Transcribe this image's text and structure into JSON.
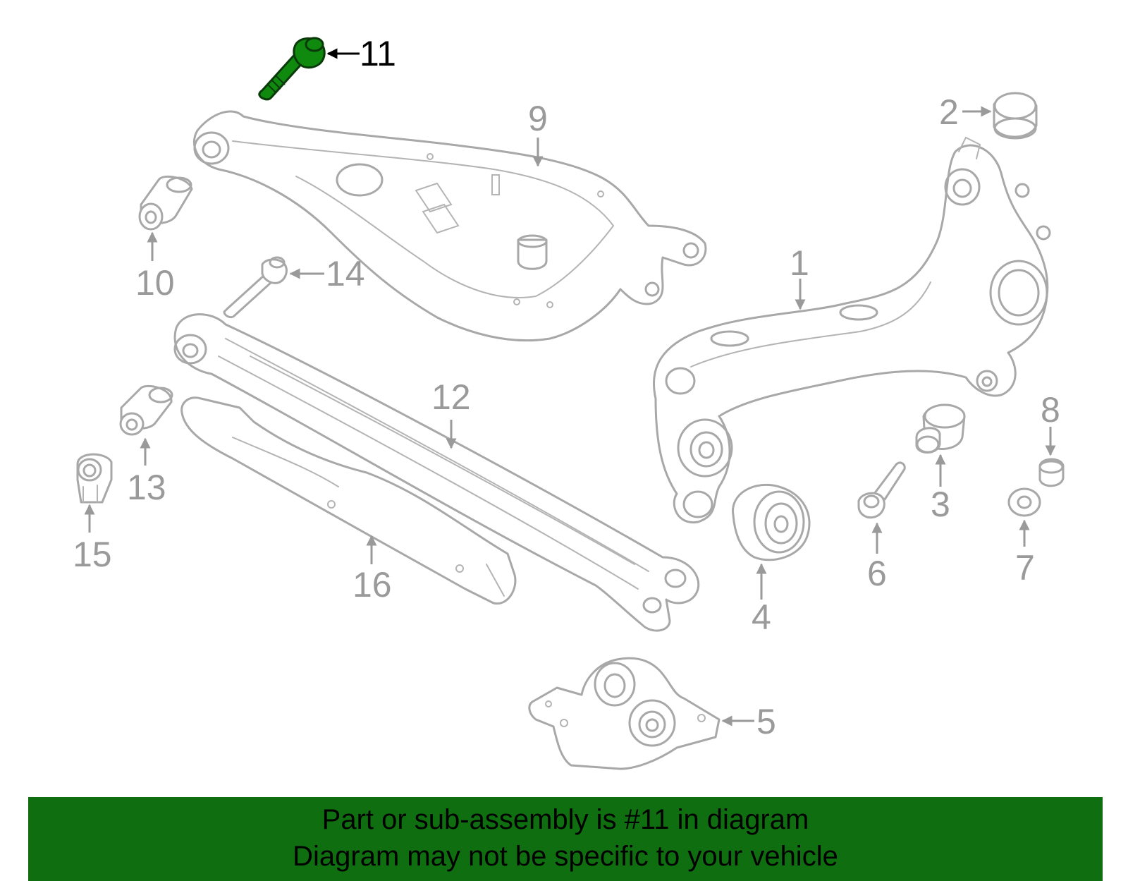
{
  "diagram": {
    "highlighted_part": "11",
    "callouts": {
      "c1": "1",
      "c2": "2",
      "c3": "3",
      "c4": "4",
      "c5": "5",
      "c6": "6",
      "c7": "7",
      "c8": "8",
      "c9": "9",
      "c10": "10",
      "c11": "11",
      "c12": "12",
      "c13": "13",
      "c14": "14",
      "c15": "15",
      "c16": "16"
    },
    "colors": {
      "highlight_bolt": "#0f8a0f",
      "line_art": "#a8a8a8",
      "banner_background": "#0f6e0f"
    }
  },
  "banner": {
    "line1": "Part or sub-assembly is #11 in diagram",
    "line2": "Diagram may not be specific to your vehicle"
  }
}
